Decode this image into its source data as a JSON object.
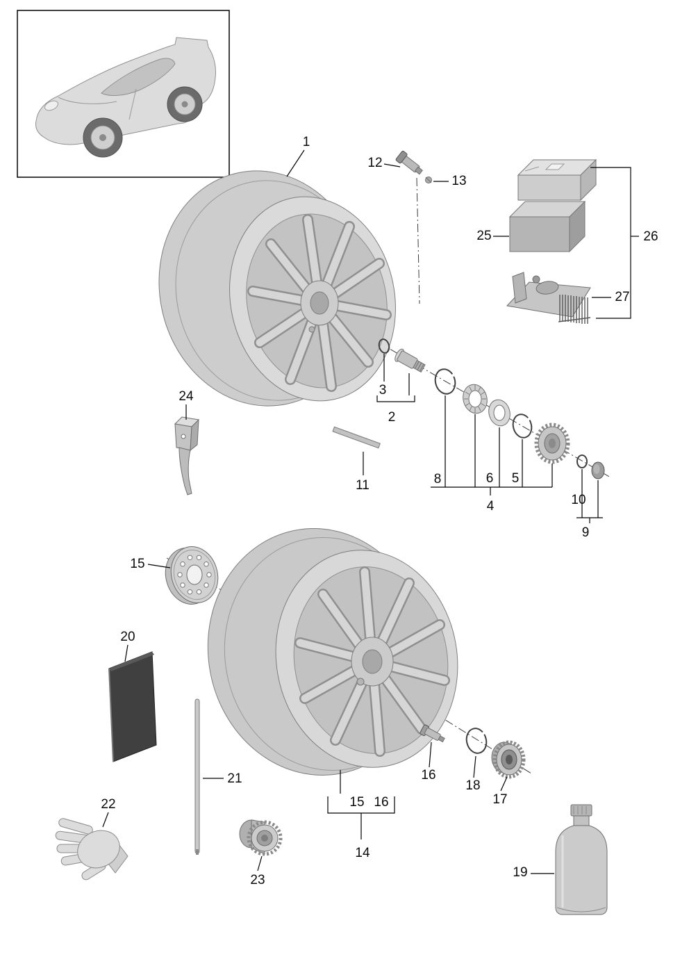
{
  "diagram": {
    "kind": "exploded-parts-diagram",
    "callouts": {
      "n1": "1",
      "n2": "2",
      "n3": "3",
      "n4": "4",
      "n5": "5",
      "n6": "6",
      "n8": "8",
      "n9": "9",
      "n10": "10",
      "n11": "11",
      "n12": "12",
      "n13": "13",
      "n14": "14",
      "n15": "15",
      "n15_group": "15",
      "n16": "16",
      "n16_group": "16",
      "n17": "17",
      "n18": "18",
      "n19": "19",
      "n20": "20",
      "n21": "21",
      "n22": "22",
      "n23": "23",
      "n24": "24",
      "n25": "25",
      "n26": "26",
      "n27": "27"
    },
    "colors": {
      "background": "#ffffff",
      "line": "#000000",
      "metal_light": "#dedede",
      "metal_mid": "#c9c9c9",
      "metal_dark": "#9e9e9e",
      "panel_dark": "#3f3f3f"
    }
  }
}
